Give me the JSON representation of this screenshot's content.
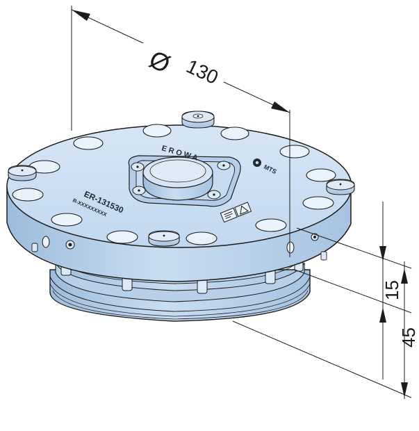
{
  "dimensions": {
    "diameter_symbol": "Ø",
    "diameter_value": "130",
    "height_upper": "15",
    "height_lower": "45"
  },
  "engravings": {
    "brand": "EROWA",
    "product_line": "MTS",
    "part_number": "ER-131530",
    "serial": "R-XXXXXXXXX"
  },
  "colors": {
    "body_top": "#c9ddf1",
    "body_side": "#a9c6e3",
    "outline": "#1c1c1c",
    "pocket": "#eaf2fb",
    "background": "#ffffff"
  }
}
